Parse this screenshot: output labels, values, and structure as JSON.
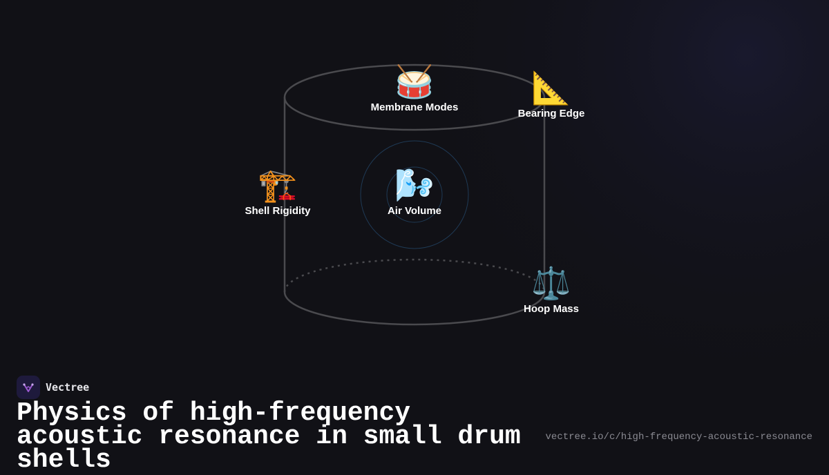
{
  "colors": {
    "background": "#111116",
    "outline": "#4a4a4e",
    "ring": "#1f3a55",
    "label": "#ffffff",
    "url": "#8a8a92",
    "logo_bg": "#1e1a3c",
    "logo_mark": "#9b59d0"
  },
  "diagram": {
    "nodes": [
      {
        "id": "membrane",
        "icon": "🥁",
        "icon_name": "drum-icon",
        "label": "Membrane Modes"
      },
      {
        "id": "bearing",
        "icon": "📐",
        "icon_name": "triangular-ruler-icon",
        "label": "Bearing Edge"
      },
      {
        "id": "shell",
        "icon": "🏗️",
        "icon_name": "crane-icon",
        "label": "Shell Rigidity"
      },
      {
        "id": "air",
        "icon": "🌬️",
        "icon_name": "wind-face-icon",
        "label": "Air Volume"
      },
      {
        "id": "hoop",
        "icon": "⚖️",
        "icon_name": "balance-scale-icon",
        "label": "Hoop Mass"
      }
    ]
  },
  "brand": {
    "name": "Vectree",
    "logo_icon": "vectree-logo-icon"
  },
  "title": "Physics of high-frequency acoustic resonance in small drum shells",
  "url": "vectree.io/c/high-frequency-acoustic-resonance"
}
